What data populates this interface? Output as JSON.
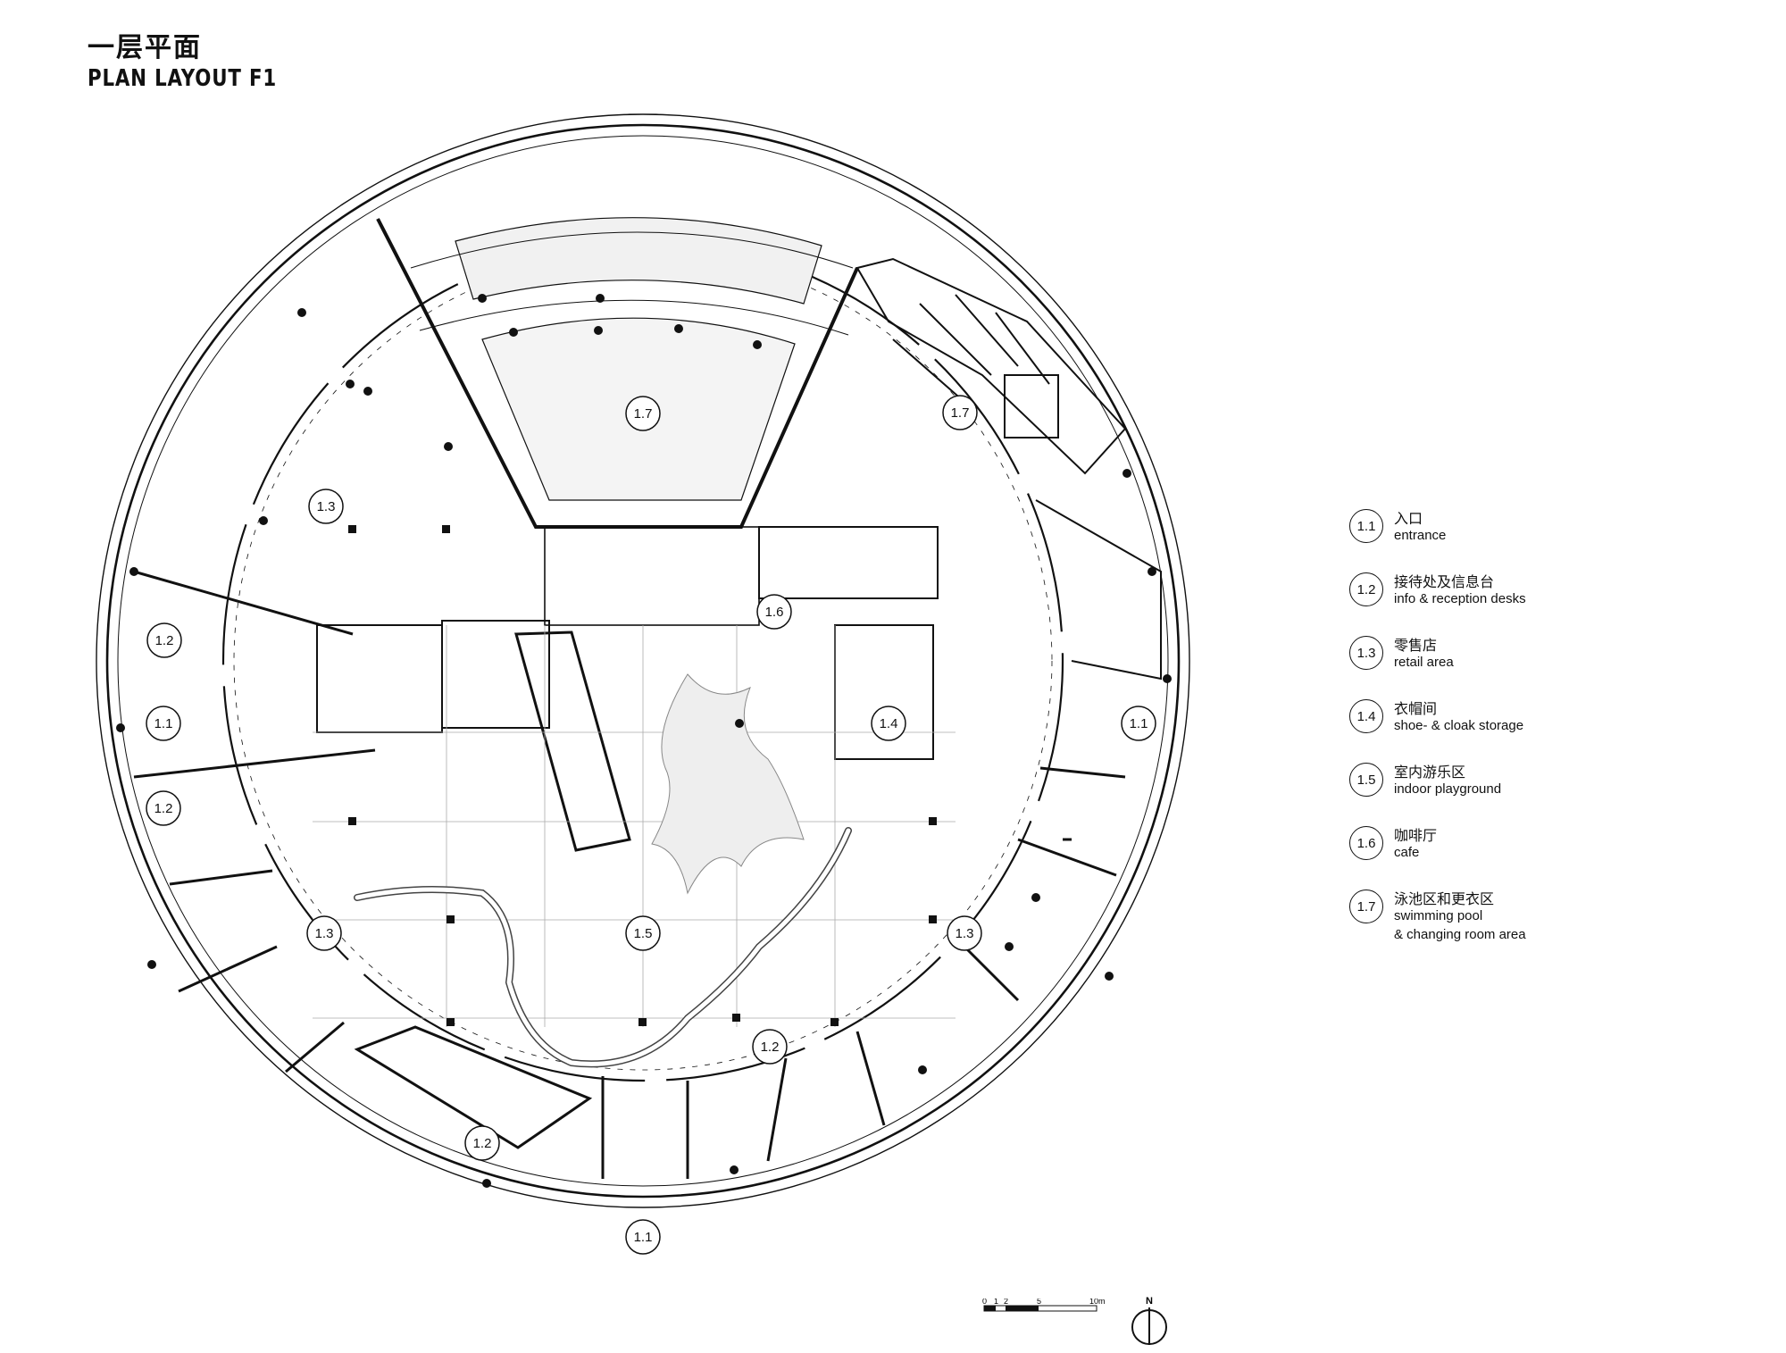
{
  "title": {
    "cn": "一层平面",
    "en": "PLAN LAYOUT F1"
  },
  "legend": [
    {
      "num": "1.1",
      "cn": "入口",
      "en": "entrance"
    },
    {
      "num": "1.2",
      "cn": "接待处及信息台",
      "en": "info & reception desks"
    },
    {
      "num": "1.3",
      "cn": "零售店",
      "en": "retail area"
    },
    {
      "num": "1.4",
      "cn": "衣帽间",
      "en": "shoe- & cloak storage"
    },
    {
      "num": "1.5",
      "cn": "室内游乐区",
      "en": "indoor playground"
    },
    {
      "num": "1.6",
      "cn": "咖啡厅",
      "en": "cafe"
    },
    {
      "num": "1.7",
      "cn": "泳池区和更衣区",
      "en": "swimming pool\n& changing room area"
    }
  ],
  "plan_labels": [
    "1.7",
    "1.7",
    "1.3",
    "1.2",
    "1.1",
    "1.2",
    "1.6",
    "1.4",
    "1.1",
    "1.3",
    "1.5",
    "1.3",
    "1.2",
    "1.2",
    "1.1"
  ],
  "scale": {
    "ticks": [
      "0",
      "1",
      "2",
      "5",
      "10m"
    ]
  },
  "north": "N"
}
